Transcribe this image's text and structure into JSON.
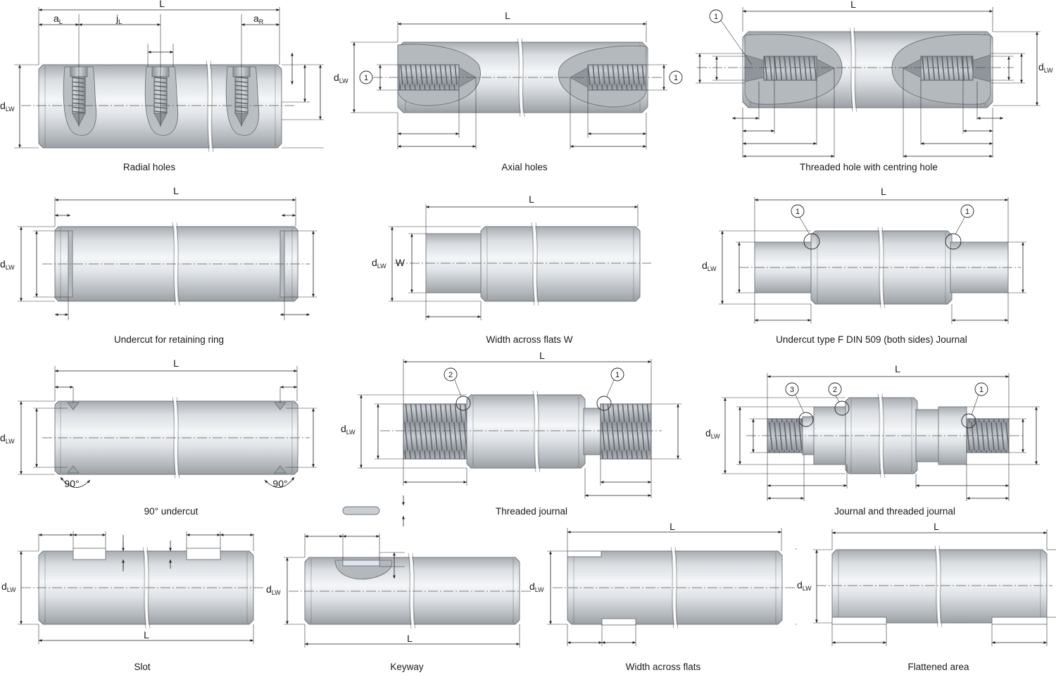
{
  "symbols": {
    "length": "L",
    "diameter": "d",
    "diameter_sub": "LW",
    "a_left": "a",
    "a_left_sub": "L",
    "j": "j",
    "j_sub": "L",
    "a_right": "a",
    "a_right_sub": "R",
    "width_flats": "W",
    "angle": "90°"
  },
  "callouts": [
    "1",
    "2",
    "3"
  ],
  "captions": {
    "radial_holes": "Radial holes",
    "axial_holes": "Axial holes",
    "threaded_hole": "Threaded hole with centring hole",
    "retaining_ring": "Undercut for retaining ring",
    "width_across_flats_w": "Width across flats W",
    "undercut_journal": "Undercut type F DIN 509 (both sides)   Journal",
    "undercut_90": "90° undercut",
    "threaded_journal": "Threaded journal",
    "journal_threaded": "Journal and threaded journal",
    "slot": "Slot",
    "keyway": "Keyway",
    "width_across_flats": "Width across flats",
    "flattened_area": "Flattened area"
  },
  "colors": {
    "steel_dark": "#9ea3a8",
    "steel_light": "#f3f5f7",
    "line": "#222222"
  }
}
